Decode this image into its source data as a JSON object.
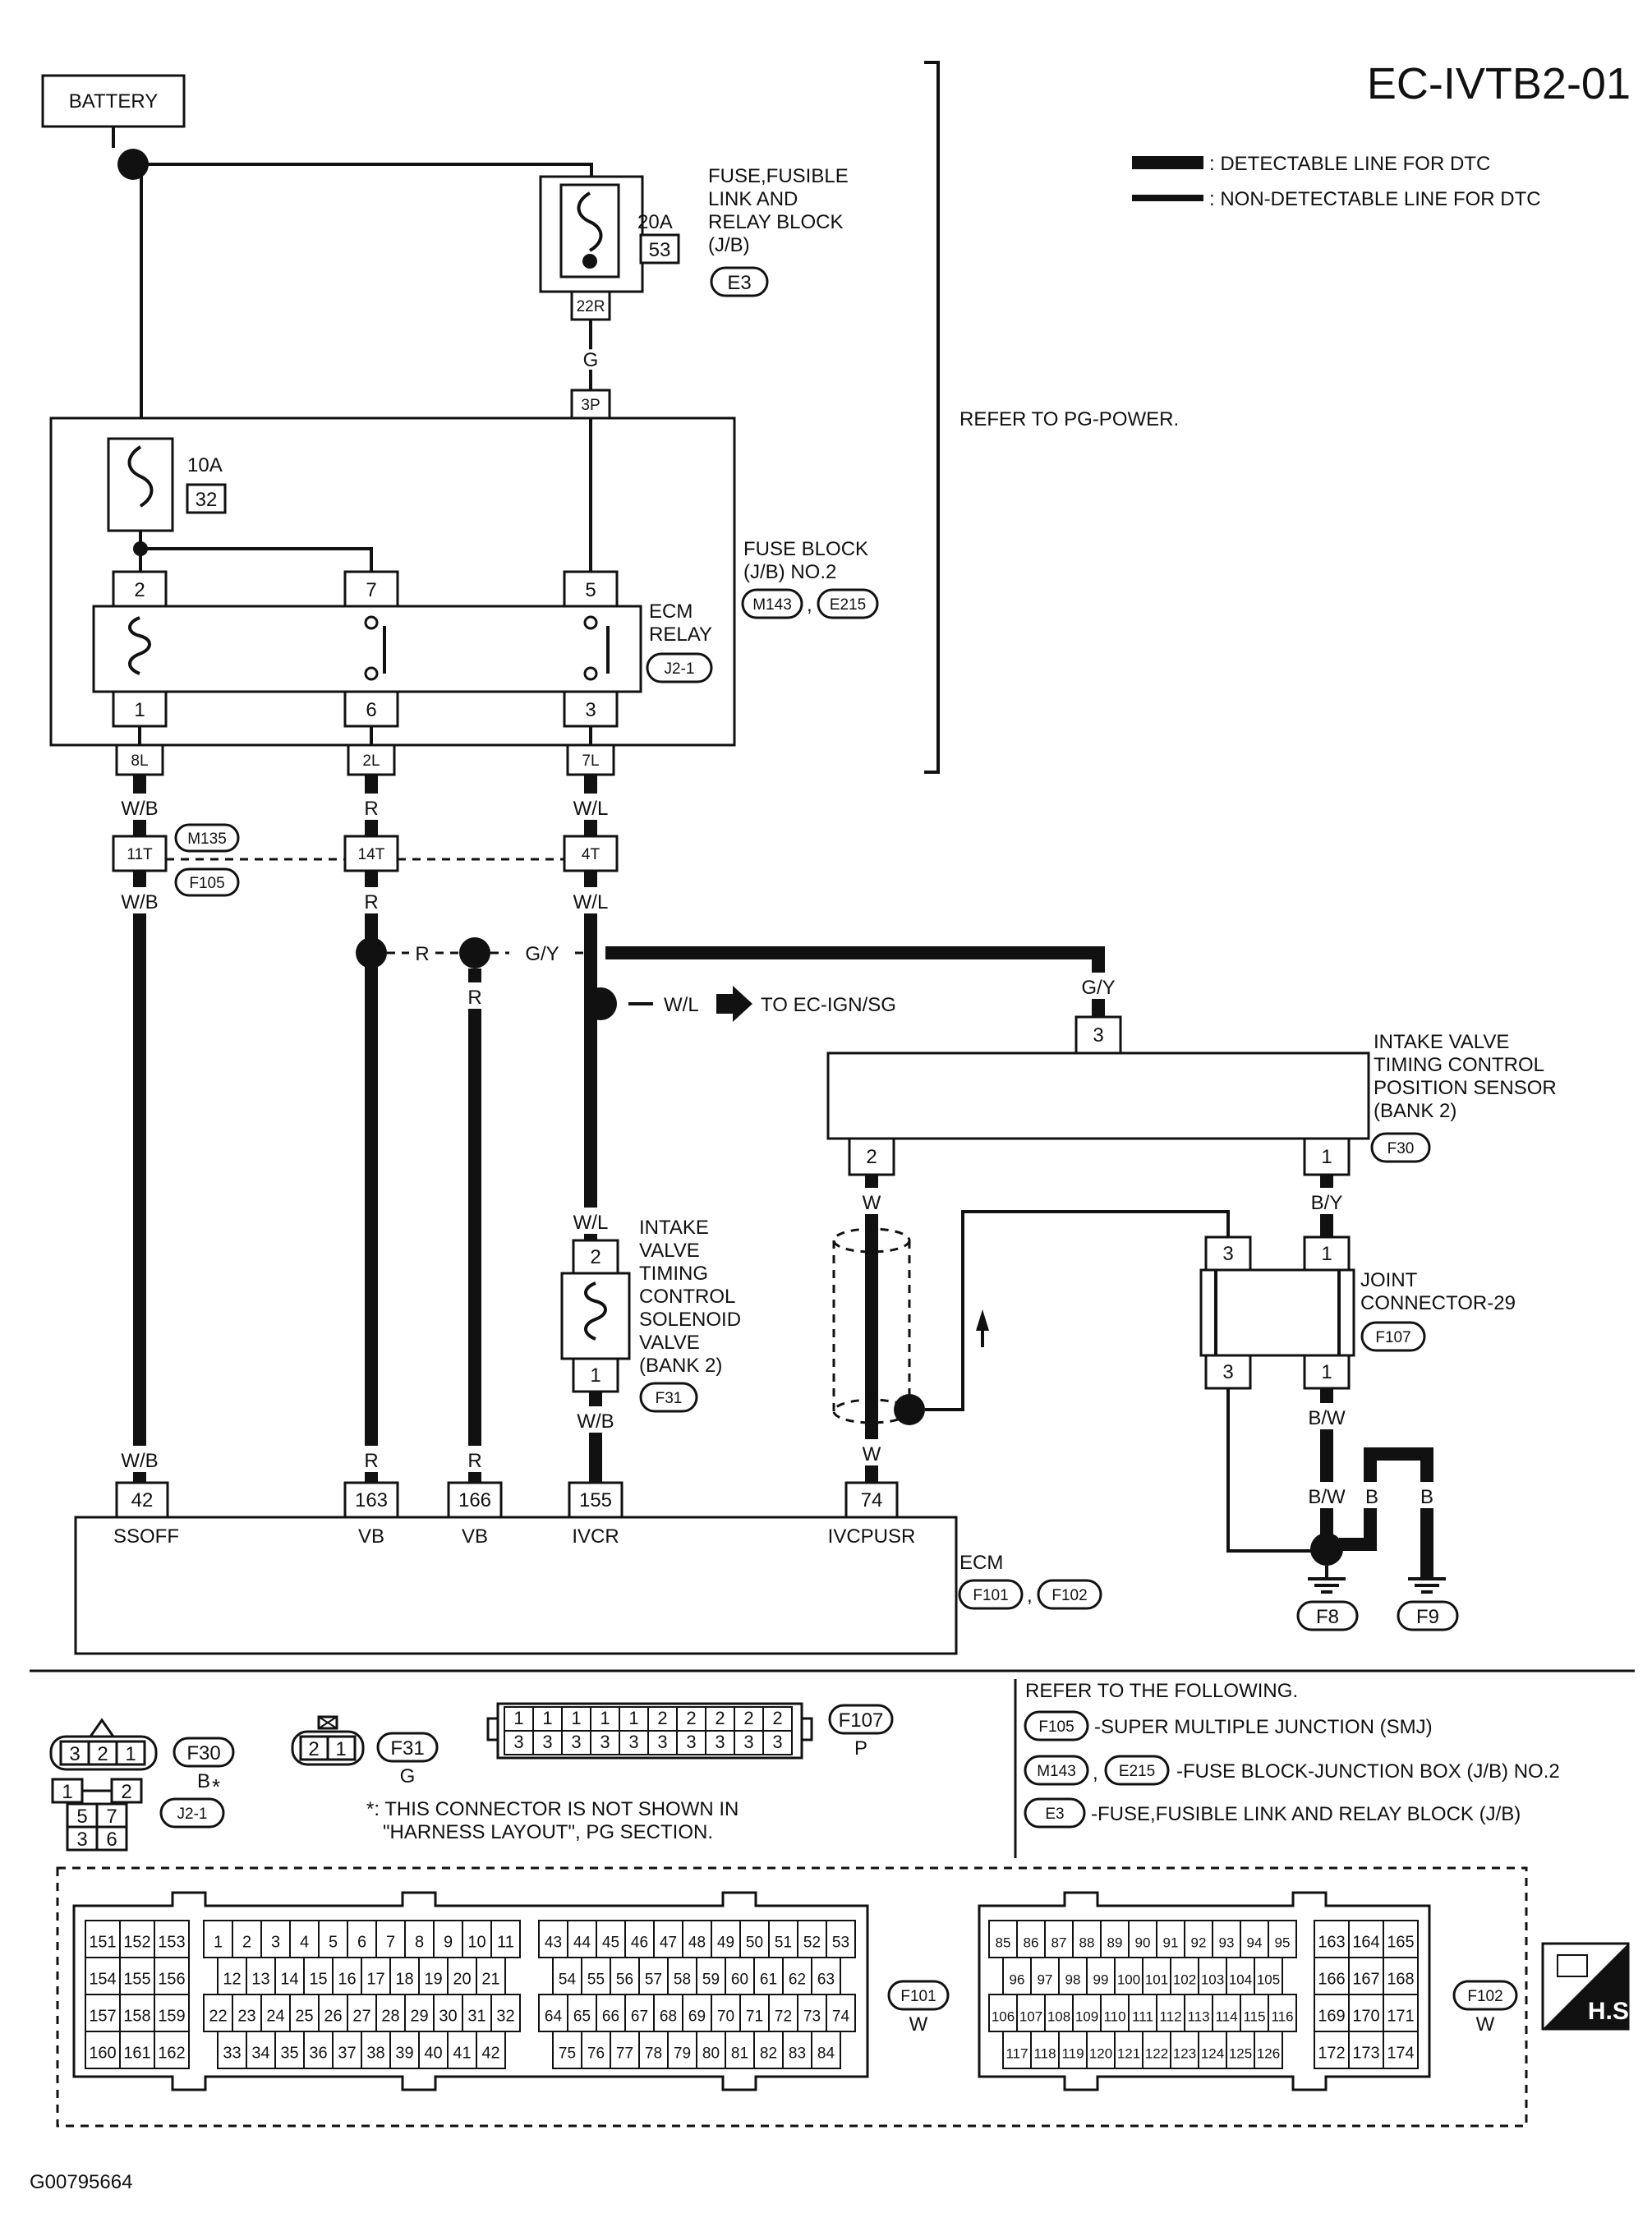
{
  "title": "EC-IVTB2-01",
  "legend": {
    "detectable": ": DETECTABLE LINE FOR DTC",
    "non_detectable": ": NON-DETECTABLE LINE FOR DTC"
  },
  "battery": "BATTERY",
  "refer_pg": "REFER TO PG-POWER.",
  "fusible_block": {
    "line1": "FUSE,FUSIBLE",
    "line2": "LINK AND",
    "line3": "RELAY BLOCK",
    "line4": "(J/B)",
    "fuse_rating": "20A",
    "fuse_no": "53",
    "connector": "E3",
    "terminal": "22R"
  },
  "fuse_block": {
    "line1": "FUSE BLOCK",
    "line2": "(J/B) NO.2",
    "conn1": "M143",
    "conn2": "E215",
    "fuse_rating": "10A",
    "fuse_no": "32",
    "term_in": "3P",
    "term_8l": "8L",
    "term_2l": "2L",
    "term_7l": "7L"
  },
  "ecm_relay": {
    "line1": "ECM",
    "line2": "RELAY",
    "conn": "J2-1",
    "pins": [
      "2",
      "7",
      "5",
      "1",
      "6",
      "3"
    ]
  },
  "wires": {
    "g": "G",
    "wb": "W/B",
    "r": "R",
    "wl": "W/L",
    "gy": "G/Y",
    "w": "W",
    "by": "B/Y",
    "bw": "B/W",
    "b": "B"
  },
  "smj": {
    "terms": [
      "11T",
      "14T",
      "4T"
    ],
    "conn1": "M135",
    "conn2": "F105"
  },
  "to_ign": "TO EC-IGN/SG",
  "sensor": {
    "line1": "INTAKE VALVE",
    "line2": "TIMING CONTROL",
    "line3": "POSITION SENSOR",
    "line4": "(BANK 2)",
    "conn": "F30",
    "pins": [
      "3",
      "2",
      "1"
    ]
  },
  "solenoid": {
    "lines": [
      "INTAKE",
      "VALVE",
      "TIMING",
      "CONTROL",
      "SOLENOID",
      "VALVE",
      "(BANK 2)"
    ],
    "conn": "F31",
    "pins": [
      "2",
      "1"
    ]
  },
  "joint": {
    "line1": "JOINT",
    "line2": "CONNECTOR-29",
    "conn": "F107",
    "pins": [
      "3",
      "1",
      "3",
      "1"
    ]
  },
  "ecm": {
    "label": "ECM",
    "conn1": "F101",
    "conn2": "F102",
    "pins": [
      {
        "no": "42",
        "name": "SSOFF"
      },
      {
        "no": "163",
        "name": "VB"
      },
      {
        "no": "166",
        "name": "VB"
      },
      {
        "no": "155",
        "name": "IVCR"
      },
      {
        "no": "74",
        "name": "IVCPUSR"
      }
    ]
  },
  "grounds": [
    "F8",
    "F9"
  ],
  "connectors_legend": {
    "f30_pins": [
      "3",
      "2",
      "1"
    ],
    "f30": "F30",
    "f30_color": "B",
    "f31_pins": [
      "2",
      "1"
    ],
    "f31": "F31",
    "f31_color": "G",
    "f107_top": [
      "1",
      "1",
      "1",
      "1",
      "1",
      "2",
      "2",
      "2",
      "2",
      "2"
    ],
    "f107_bottom": [
      "3",
      "3",
      "3",
      "3",
      "3",
      "3",
      "3",
      "3",
      "3",
      "3"
    ],
    "f107": "F107",
    "f107_color": "P",
    "j21_pins": [
      "1",
      "2",
      "5",
      "7",
      "3",
      "6"
    ],
    "j21": "J2-1",
    "star": "*",
    "note1": "*: THIS CONNECTOR IS NOT SHOWN IN",
    "note2": "\"HARNESS LAYOUT\", PG SECTION."
  },
  "refer_following": {
    "title": "REFER TO THE FOLLOWING.",
    "f105": "F105",
    "f105_text": "-SUPER MULTIPLE JUNCTION (SMJ)",
    "m143": "M143",
    "e215": "E215",
    "m143_text": "-FUSE BLOCK-JUNCTION BOX (J/B) NO.2",
    "e3": "E3",
    "e3_text": "-FUSE,FUSIBLE LINK AND RELAY BLOCK (J/B)"
  },
  "f101": {
    "conn": "F101",
    "color": "W",
    "left": [
      [
        "151",
        "152",
        "153"
      ],
      [
        "154",
        "155",
        "156"
      ],
      [
        "157",
        "158",
        "159"
      ],
      [
        "160",
        "161",
        "162"
      ]
    ],
    "mid": [
      [
        "1",
        "2",
        "3",
        "4",
        "5",
        "6",
        "7",
        "8",
        "9",
        "10",
        "11"
      ],
      [
        "12",
        "13",
        "14",
        "15",
        "16",
        "17",
        "18",
        "19",
        "20",
        "21"
      ],
      [
        "22",
        "23",
        "24",
        "25",
        "26",
        "27",
        "28",
        "29",
        "30",
        "31",
        "32"
      ],
      [
        "33",
        "34",
        "35",
        "36",
        "37",
        "38",
        "39",
        "40",
        "41",
        "42"
      ]
    ],
    "right": [
      [
        "43",
        "44",
        "45",
        "46",
        "47",
        "48",
        "49",
        "50",
        "51",
        "52",
        "53"
      ],
      [
        "54",
        "55",
        "56",
        "57",
        "58",
        "59",
        "60",
        "61",
        "62",
        "63"
      ],
      [
        "64",
        "65",
        "66",
        "67",
        "68",
        "69",
        "70",
        "71",
        "72",
        "73",
        "74"
      ],
      [
        "75",
        "76",
        "77",
        "78",
        "79",
        "80",
        "81",
        "82",
        "83",
        "84"
      ]
    ]
  },
  "f102": {
    "conn": "F102",
    "color": "W",
    "left": [
      [
        "85",
        "86",
        "87",
        "88",
        "89",
        "90",
        "91",
        "92",
        "93",
        "94",
        "95"
      ],
      [
        "96",
        "97",
        "98",
        "99",
        "100",
        "101",
        "102",
        "103",
        "104",
        "105"
      ],
      [
        "106",
        "107",
        "108",
        "109",
        "110",
        "111",
        "112",
        "113",
        "114",
        "115",
        "116"
      ],
      [
        "117",
        "118",
        "119",
        "120",
        "121",
        "122",
        "123",
        "124",
        "125",
        "126"
      ]
    ],
    "right": [
      [
        "163",
        "164",
        "165"
      ],
      [
        "166",
        "167",
        "168"
      ],
      [
        "169",
        "170",
        "171"
      ],
      [
        "172",
        "173",
        "174"
      ]
    ]
  },
  "hs": "H.S.",
  "footer_code": "G00795664"
}
